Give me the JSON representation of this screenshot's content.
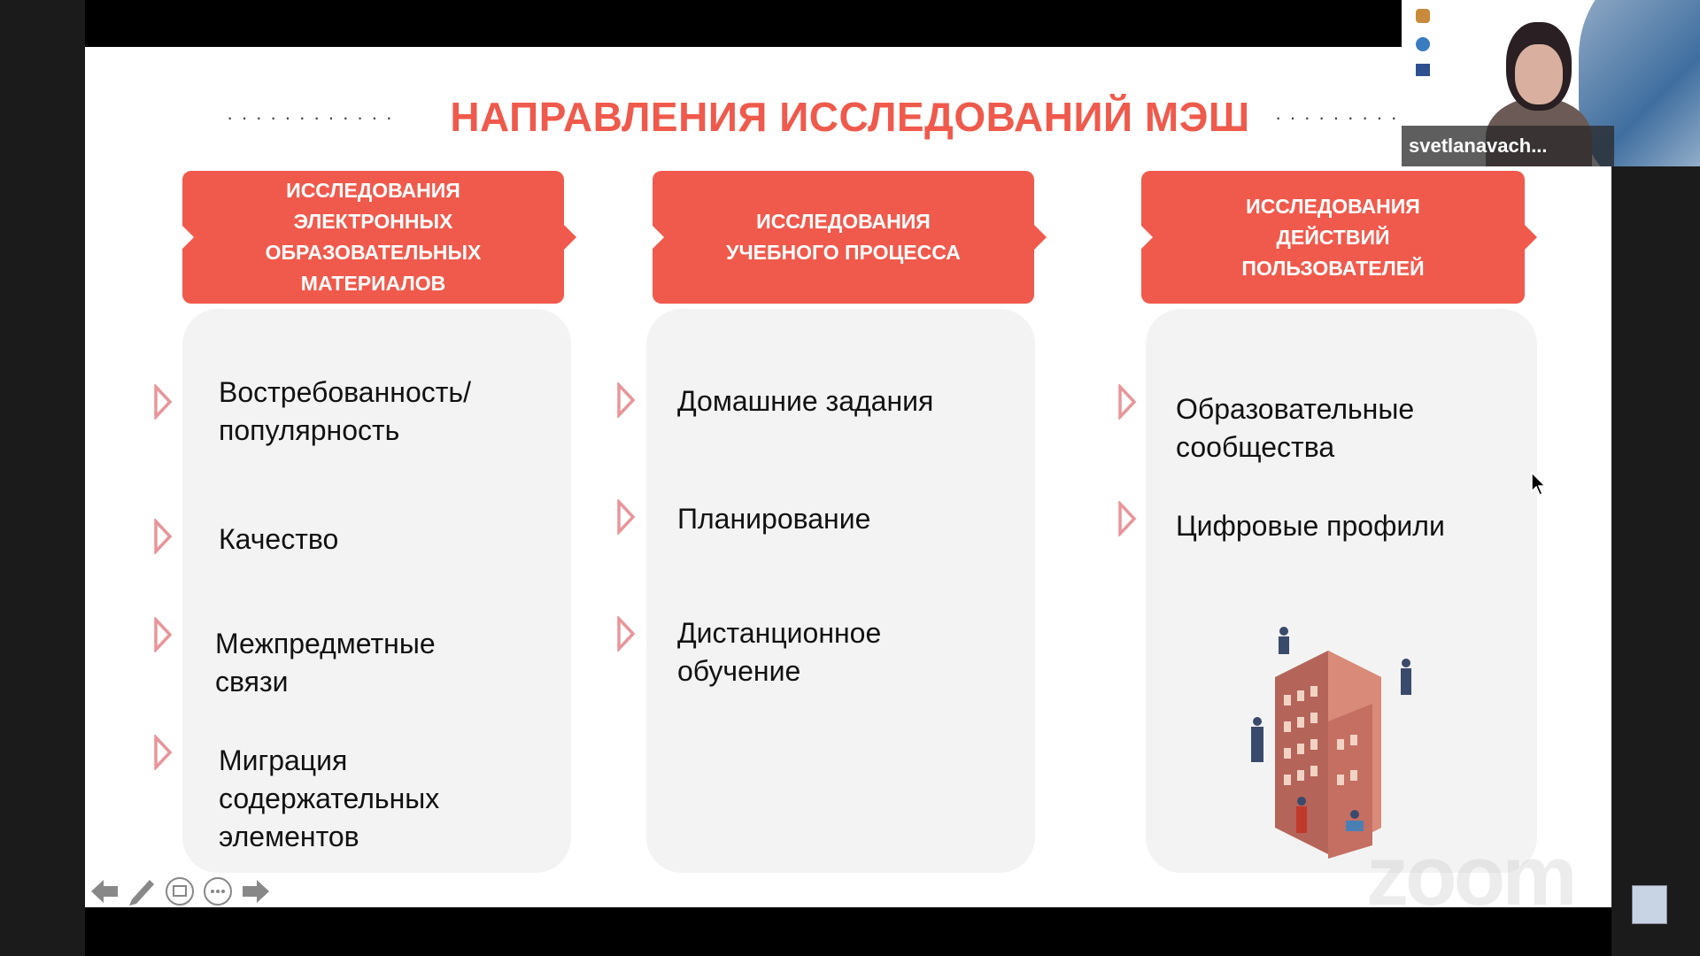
{
  "slide": {
    "title": "НАПРАВЛЕНИЯ ИССЛЕДОВАНИЙ МЭШ",
    "columns": [
      {
        "header": "Исследования электронных образовательных материалов",
        "items": [
          "Востребованность/ популярность",
          "Качество",
          "Межпредметные связи",
          "Миграция содержательных элементов"
        ]
      },
      {
        "header": "Исследования учебного процесса",
        "items": [
          "Домашние задания",
          "Планирование",
          "Дистанционное обучение"
        ]
      },
      {
        "header": "Исследования действий пользователей",
        "items": [
          "Образовательные сообщества",
          "Цифровые профили"
        ]
      }
    ],
    "accent": "#f05a4c"
  },
  "video": {
    "participant_name": "svetlanavach..."
  },
  "watermark": "zoom"
}
